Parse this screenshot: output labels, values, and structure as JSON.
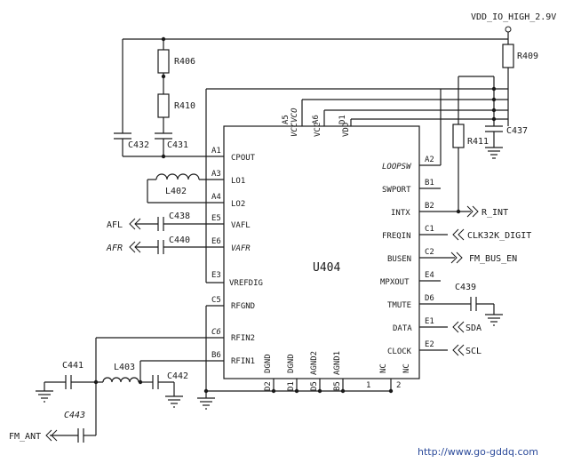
{
  "ic": {
    "name": "U404",
    "left_pins": [
      {
        "num": "A1",
        "sig": "CPOUT"
      },
      {
        "num": "A3",
        "sig": "LO1"
      },
      {
        "num": "A4",
        "sig": "LO2"
      },
      {
        "num": "E5",
        "sig": "VAFL"
      },
      {
        "num": "E6",
        "sig": "VAFR"
      },
      {
        "num": "E3",
        "sig": "VREFDIG"
      },
      {
        "num": "C5",
        "sig": "RFGND"
      },
      {
        "num": "C6",
        "sig": "RFIN2"
      },
      {
        "num": "B6",
        "sig": "RFIN1"
      }
    ],
    "right_pins": [
      {
        "num": "A2",
        "sig": "LOOPSW"
      },
      {
        "num": "B1",
        "sig": "SWPORT"
      },
      {
        "num": "B2",
        "sig": "INTX"
      },
      {
        "num": "C1",
        "sig": "FREQIN"
      },
      {
        "num": "C2",
        "sig": "BUSEN"
      },
      {
        "num": "E4",
        "sig": "MPXOUT"
      },
      {
        "num": "D6",
        "sig": "TMUTE"
      },
      {
        "num": "E1",
        "sig": "DATA"
      },
      {
        "num": "E2",
        "sig": "CLOCK"
      }
    ],
    "top_pins": [
      {
        "num": "A5",
        "sig": "VCCVCO"
      },
      {
        "num": "A6",
        "sig": "VCC"
      },
      {
        "num": "D1",
        "sig": "VDD"
      }
    ],
    "bottom_pins": [
      {
        "num": "D2",
        "sig": "DGND"
      },
      {
        "num": "D1",
        "sig": "DGND"
      },
      {
        "num": "D5",
        "sig": "AGND2"
      },
      {
        "num": "B5",
        "sig": "AGND1"
      },
      {
        "num": "1",
        "sig": "NC"
      },
      {
        "num": "2",
        "sig": "NC"
      }
    ]
  },
  "components": {
    "supply": "VDD_IO_HIGH_2.9V",
    "R406": "R406",
    "R410": "R410",
    "R409": "R409",
    "R411": "R411",
    "C432": "C432",
    "C431": "C431",
    "C437": "C437",
    "L402": "L402",
    "C438": "C438",
    "C440": "C440",
    "C439": "C439",
    "C441": "C441",
    "L403": "L403",
    "C442": "C442",
    "C443": "C443"
  },
  "nets": {
    "afl": "AFL",
    "afr": "AFR",
    "r_int": "R_INT",
    "clk": "CLK32K_DIGIT",
    "fm_bus_en": "FM_BUS_EN",
    "sda": "SDA",
    "scl": "SCL",
    "fm_ant": "FM_ANT"
  },
  "watermark": "http://www.go-gddq.com"
}
